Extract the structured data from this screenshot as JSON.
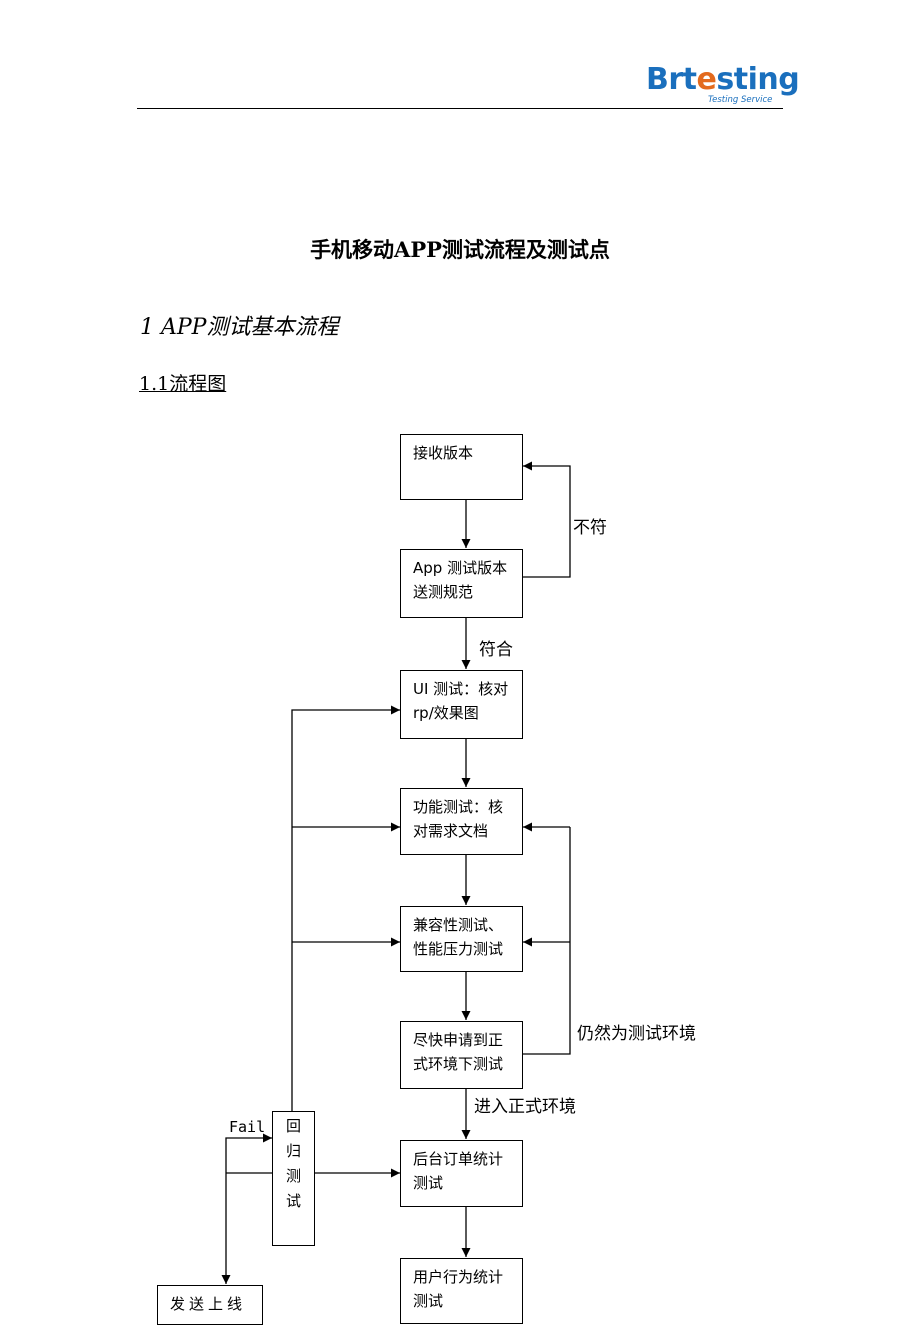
{
  "header": {
    "logo_main_a": "Brt",
    "logo_main_e": "e",
    "logo_main_b": "sting",
    "logo_sub": "Testing Service"
  },
  "document": {
    "title": "手机移动APP测试流程及测试点",
    "section_1": "1 APP测试基本流程",
    "section_1_1": "1.1流程图"
  },
  "flowchart": {
    "nodes": {
      "receive": [
        "接收版本"
      ],
      "spec": [
        "App 测试版本",
        "送测规范"
      ],
      "ui": [
        "UI 测试：核对",
        "rp/效果图"
      ],
      "func": [
        "功能测试：核",
        "对需求文档"
      ],
      "compat": [
        "兼容性测试、",
        "性能压力测试"
      ],
      "prod_apply": [
        "尽快申请到正",
        "式环境下测试"
      ],
      "backend": [
        "后台订单统计",
        "测试"
      ],
      "user": [
        "用户行为统计",
        "测试"
      ],
      "regress": [
        "回",
        "归",
        "测",
        "试"
      ],
      "release": [
        "发送上线"
      ]
    },
    "labels": {
      "not_match": "不符",
      "match": "符合",
      "still_test_env": "仍然为测试环境",
      "enter_prod": "进入正式环境",
      "fail": "Fail"
    }
  }
}
